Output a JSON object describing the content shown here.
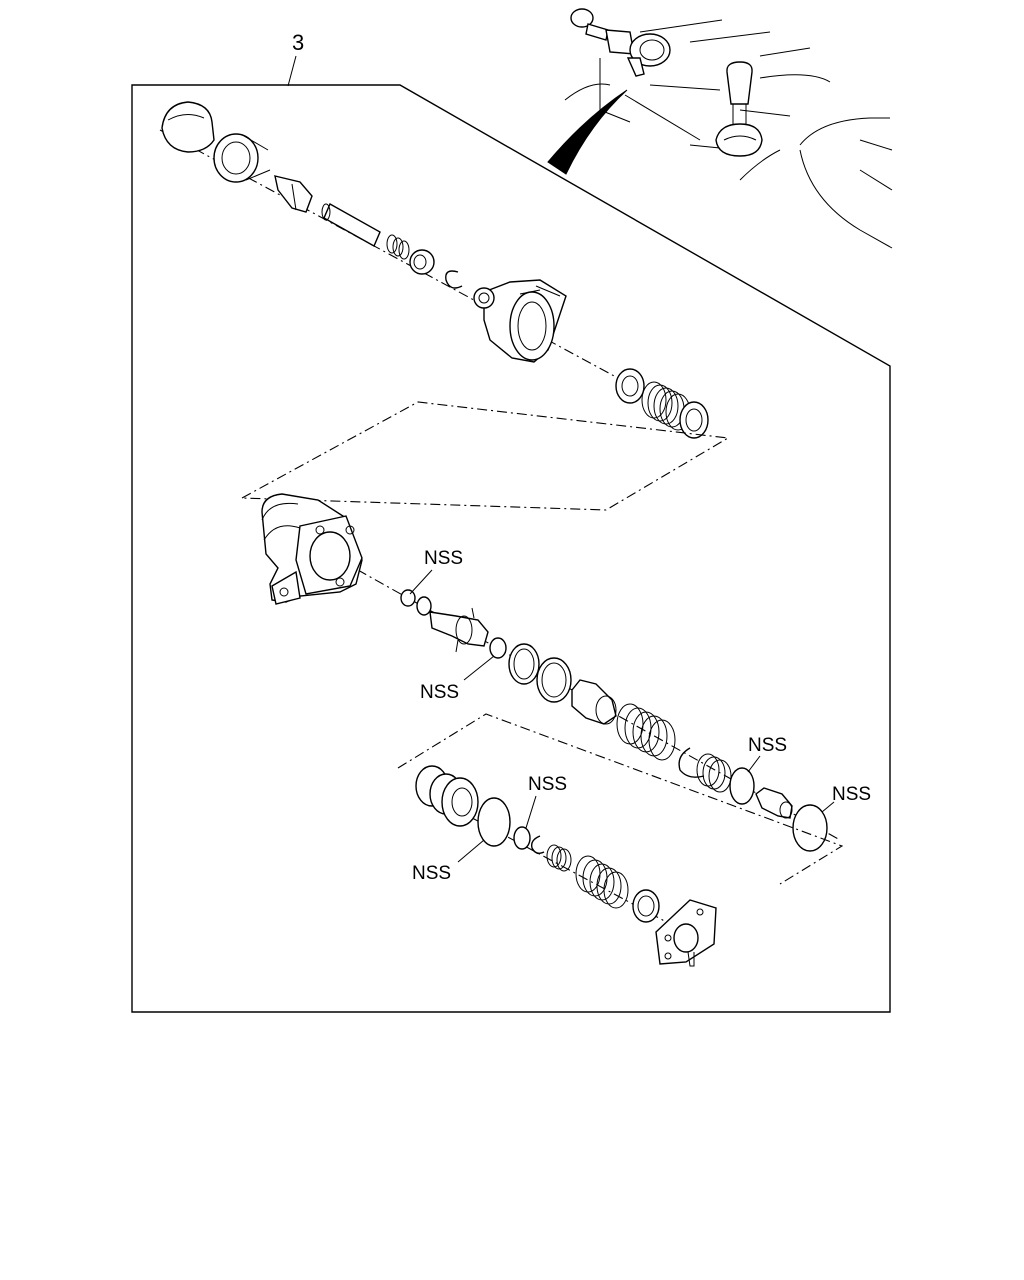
{
  "callout": {
    "number": "3"
  },
  "nss_labels": [
    {
      "text": "NSS"
    },
    {
      "text": "NSS"
    },
    {
      "text": "NSS"
    },
    {
      "text": "NSS"
    },
    {
      "text": "NSS"
    },
    {
      "text": "NSS"
    }
  ]
}
